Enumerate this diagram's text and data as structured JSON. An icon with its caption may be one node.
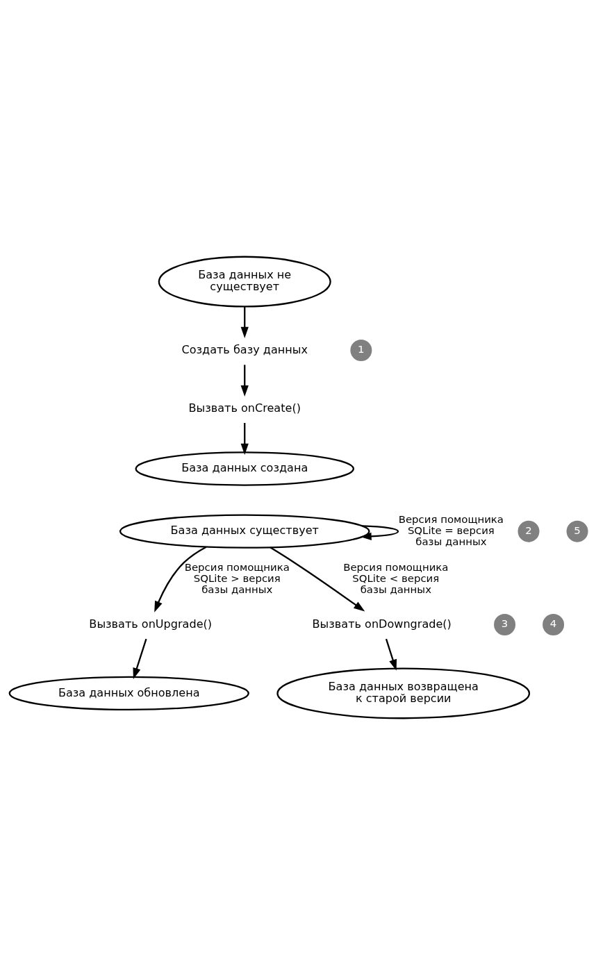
{
  "diagram": {
    "nodes": [
      {
        "text": [
          "База данных не существует"
        ]
      },
      {
        "text": [
          "Создать базу данных"
        ]
      },
      {
        "text": [
          "Вызвать onCreate()"
        ]
      },
      {
        "text": [
          "База данных создана"
        ]
      },
      {
        "text": [
          "База данных существует"
        ]
      },
      {
        "text": [
          "Вызвать onUpgrade()"
        ]
      },
      {
        "text": [
          "Вызвать onDowngrade()"
        ]
      },
      {
        "text": [
          "База данных обновлена"
        ]
      },
      {
        "text": [
          "База данных возвращена к старой версии"
        ]
      }
    ],
    "edges": [
      {
        "from": 0,
        "to": 1,
        "arrow": "to"
      },
      {
        "from": 1,
        "to": 2,
        "arrow": "to"
      },
      {
        "from": 2,
        "to": 3,
        "arrow": "to"
      },
      {
        "from": 4,
        "to": 4,
        "arrow": "to",
        "label": "Версия помощника SQLite = версия базы данных"
      },
      {
        "from": 4,
        "to": 5,
        "arrow": "to",
        "label": "Версия помощника SQLite > версия базы данных"
      },
      {
        "from": 4,
        "to": 6,
        "arrow": "to",
        "label": "Версия помощника SQLite < версия базы данных"
      },
      {
        "from": 5,
        "to": 7,
        "arrow": "to"
      },
      {
        "from": 6,
        "to": 8,
        "arrow": "to"
      }
    ],
    "labels": [
      "1",
      "2",
      "5",
      "3",
      "4"
    ]
  }
}
